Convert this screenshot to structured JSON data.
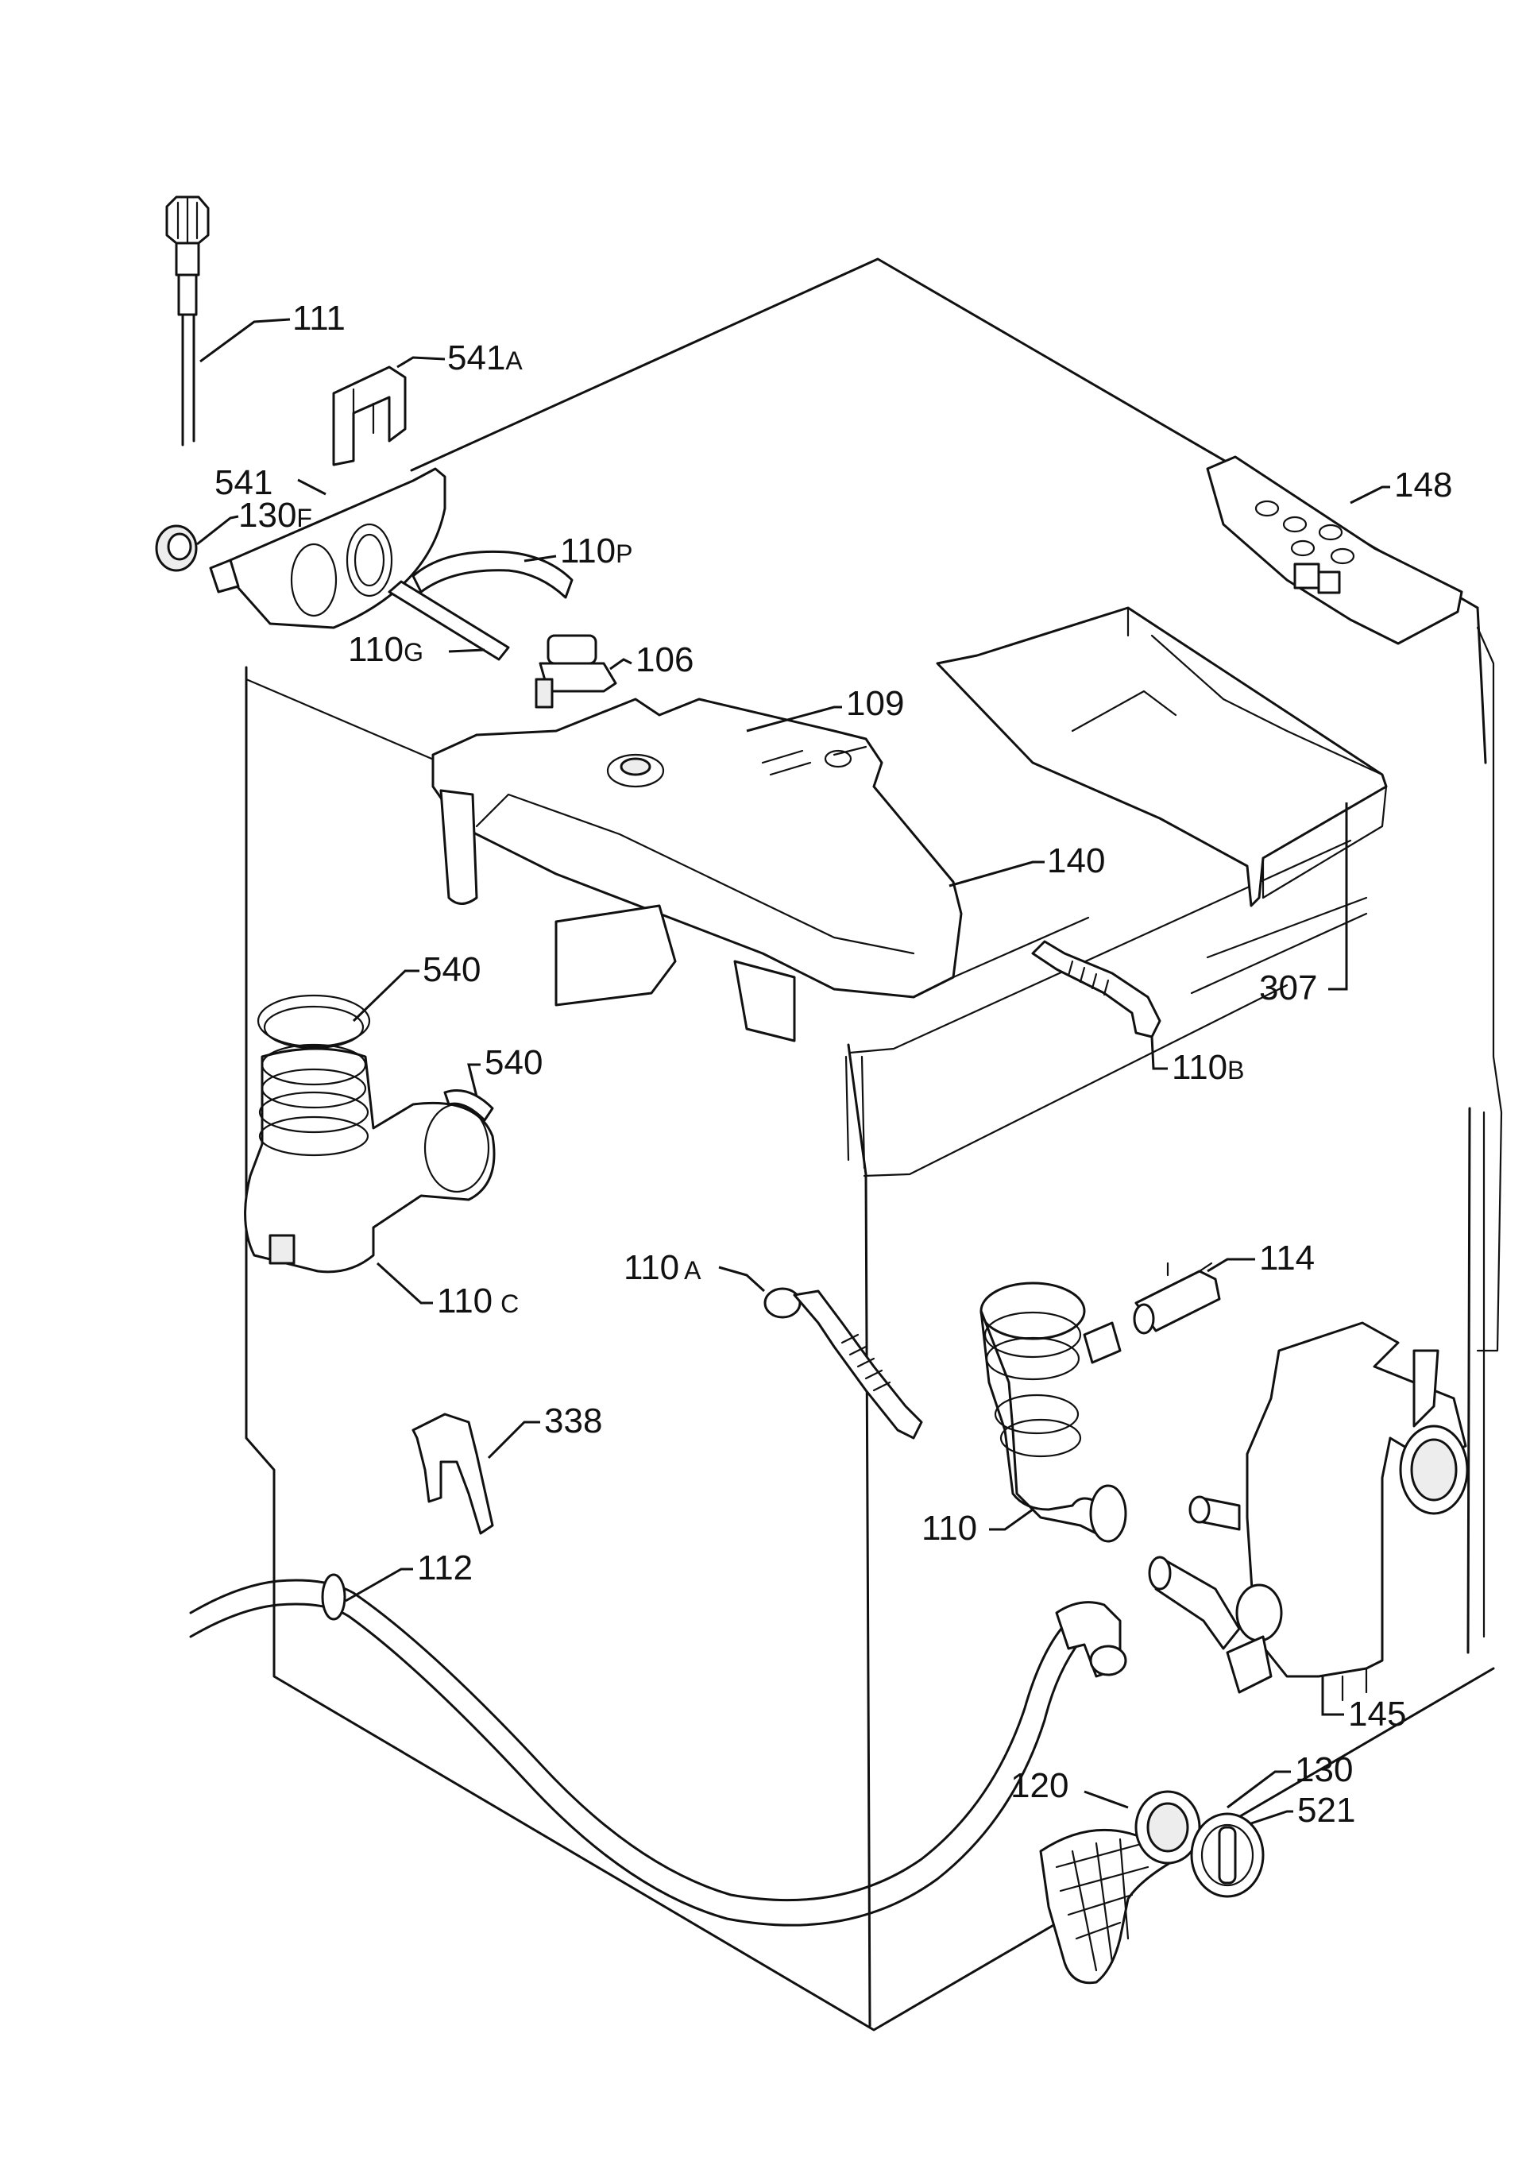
{
  "labels": {
    "l111": {
      "num": "111",
      "suffix": ""
    },
    "l541A": {
      "num": "541",
      "suffix": "A"
    },
    "l541": {
      "num": "541",
      "suffix": ""
    },
    "l130F": {
      "num": "130",
      "suffix": "F"
    },
    "l110P": {
      "num": "110",
      "suffix": "P"
    },
    "l110G": {
      "num": "110",
      "suffix": "G"
    },
    "l106": {
      "num": "106",
      "suffix": ""
    },
    "l109": {
      "num": "109",
      "suffix": ""
    },
    "l148": {
      "num": "148",
      "suffix": ""
    },
    "l140": {
      "num": "140",
      "suffix": ""
    },
    "l307": {
      "num": "307",
      "suffix": ""
    },
    "l110B": {
      "num": "110",
      "suffix": "B"
    },
    "l540a": {
      "num": "540",
      "suffix": ""
    },
    "l540b": {
      "num": "540",
      "suffix": ""
    },
    "l110C": {
      "num": "110",
      "suffix": "C"
    },
    "l110A": {
      "num": "110",
      "suffix": "A"
    },
    "l114": {
      "num": "114",
      "suffix": ""
    },
    "l338": {
      "num": "338",
      "suffix": ""
    },
    "l110": {
      "num": "110",
      "suffix": ""
    },
    "l112": {
      "num": "112",
      "suffix": ""
    },
    "l145": {
      "num": "145",
      "suffix": ""
    },
    "l120": {
      "num": "120",
      "suffix": ""
    },
    "l130": {
      "num": "130",
      "suffix": ""
    },
    "l521": {
      "num": "521",
      "suffix": ""
    }
  }
}
